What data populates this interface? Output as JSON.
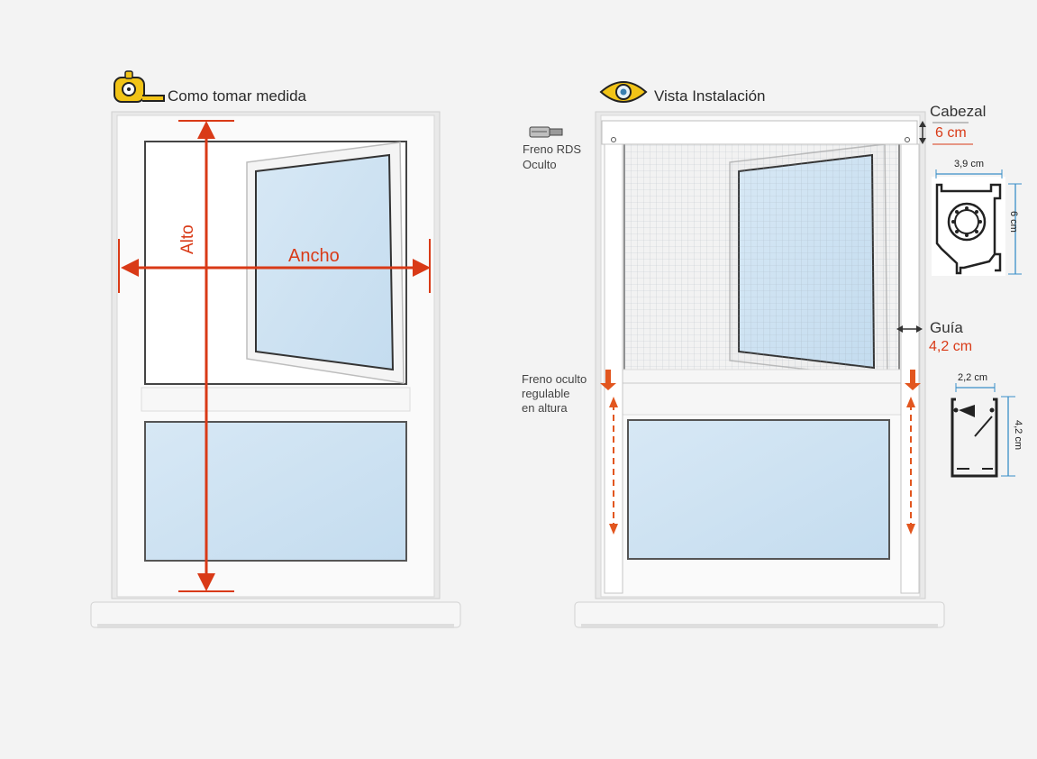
{
  "left_panel": {
    "title": "Como tomar medida",
    "icon": "tape-measure-icon",
    "label_alto": "Alto",
    "label_ancho": "Ancho"
  },
  "right_panel": {
    "title": "Vista Instalación",
    "icon": "eye-icon",
    "cabezal": {
      "label": "Cabezal",
      "value": "6 cm"
    },
    "freno_rds": {
      "line1": "Freno RDS",
      "line2": "Oculto"
    },
    "guia": {
      "label": "Guía",
      "value": "4,2 cm"
    },
    "freno_oculto": {
      "line1": "Freno oculto",
      "line2": "regulable",
      "line3": "en altura"
    },
    "cabezal_profile": {
      "width": "3,9 cm",
      "height": "6 cm"
    },
    "guia_profile": {
      "width": "2,2 cm",
      "height": "4,2 cm"
    }
  },
  "colors": {
    "accent_red": "#d93a17",
    "icon_yellow": "#f2c417",
    "dim_blue": "#3a8fc8",
    "glass": "#cfe3f2"
  }
}
